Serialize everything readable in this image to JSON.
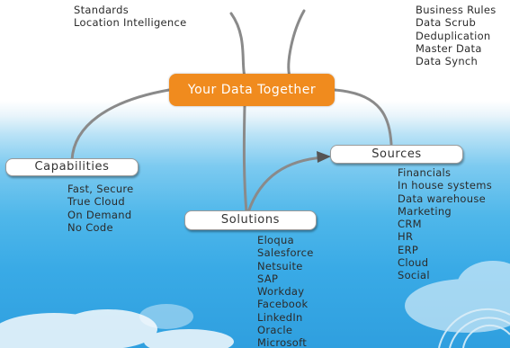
{
  "central": {
    "label": "Your Data Together"
  },
  "top_left": {
    "items": [
      "Standards",
      "Location Intelligence"
    ]
  },
  "top_right": {
    "items": [
      "Business Rules",
      "Data Scrub",
      "Deduplication",
      "Master Data",
      "Data Synch"
    ]
  },
  "capabilities": {
    "label": "Capabilities",
    "items": [
      "Fast, Secure",
      "True Cloud",
      "On Demand",
      "No Code"
    ]
  },
  "sources": {
    "label": "Sources",
    "items": [
      "Financials",
      "In house systems",
      "Data warehouse",
      "Marketing",
      "CRM",
      "HR",
      "ERP",
      "Cloud",
      "Social"
    ]
  },
  "solutions": {
    "label": "Solutions",
    "items": [
      "Eloqua",
      "Salesforce",
      "Netsuite",
      "SAP",
      "Workday",
      "Facebook",
      "LinkedIn",
      "Oracle",
      "Microsoft"
    ]
  },
  "colors": {
    "central": "#f08b1e",
    "sky": "#39aae6",
    "branch": "#8a8a8a"
  }
}
